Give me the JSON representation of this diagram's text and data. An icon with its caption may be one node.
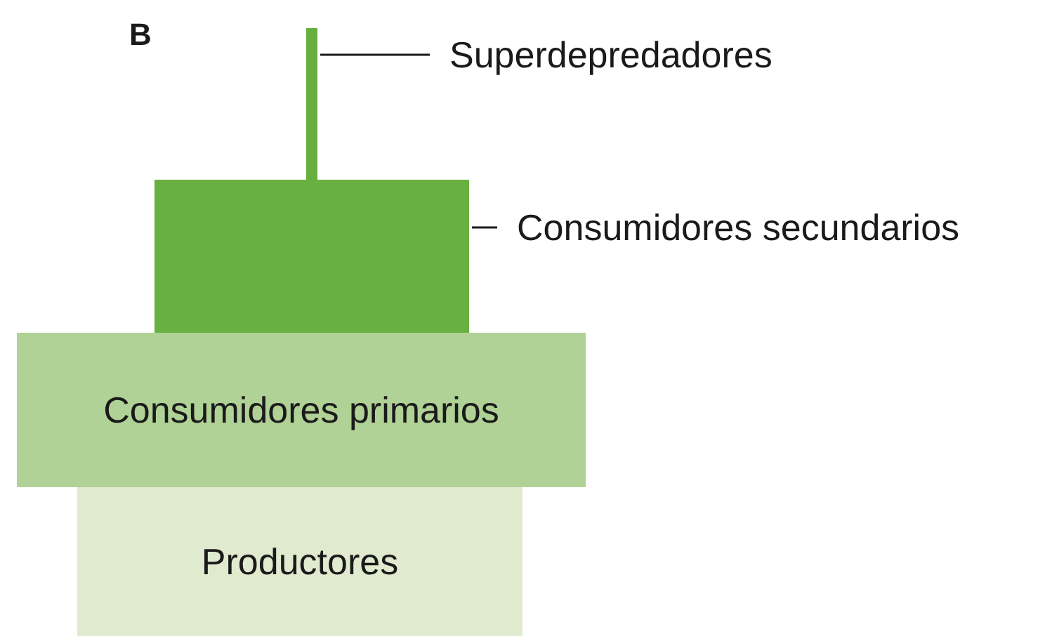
{
  "diagram": {
    "nodes": [
      {
        "text": [
          "Superdepredadores"
        ]
      },
      {
        "text": [],
        "shape": "bar"
      },
      {
        "text": [
          "Consumidores secundarios"
        ]
      },
      {
        "text": [],
        "shape": "box"
      },
      {
        "text": [
          "Consumidores primarios"
        ]
      },
      {
        "text": [
          "Productores"
        ]
      }
    ],
    "edges": [
      {
        "from": 0,
        "to": 1,
        "arrow": "none"
      },
      {
        "from": 2,
        "to": 3,
        "arrow": "none"
      }
    ],
    "labels": [
      "B"
    ]
  }
}
